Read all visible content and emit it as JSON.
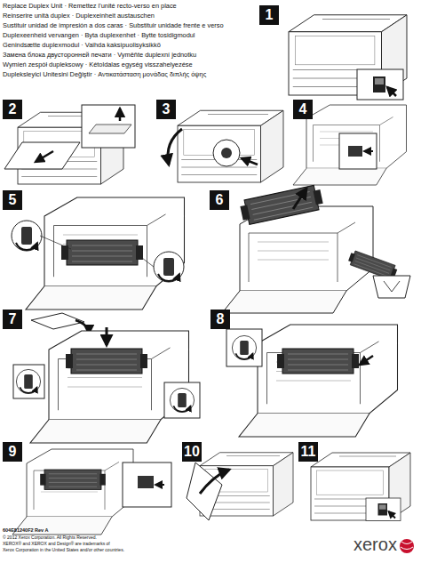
{
  "diagram": {
    "nodes": [
      {
        "text": [
          "1"
        ]
      },
      {
        "text": [
          "2"
        ]
      },
      {
        "text": [
          "3"
        ]
      },
      {
        "text": [
          "4"
        ]
      },
      {
        "text": [
          "5"
        ]
      },
      {
        "text": [
          "6"
        ]
      },
      {
        "text": [
          "7"
        ]
      },
      {
        "text": [
          "8"
        ]
      },
      {
        "text": [
          "9"
        ]
      },
      {
        "text": [
          "10"
        ]
      },
      {
        "text": [
          "11"
        ]
      }
    ],
    "labels": [
      "Replace Duplex Unit · Remettez l'unité recto-verso en place",
      "Reinserire unità duplex · Duplexeinheit austauschen",
      "Sustituir unidad de impresión a dos caras · Substituir unidade frente e verso",
      "Duplexeenheid vervangen · Byta duplexenhet · Bytte tosidigmodul",
      "Genindsætte duplexmodul · Vaihda kaksipuolisyksikkö",
      "Замена блока двусторонней печати · Vyměňte duplexní jednotku",
      "Wymień zespół dupleksowy · Kétoldalas egység visszahelyezése",
      "Dupleksleyici Unitesini Değiştir · Αντικατάσταση μονάδας διπλής όψης",
      "604E81240F2 Rev A",
      "© 2012 Xerox Corporation. All Rights Reserved.",
      "XEROX® and XEROX and Design® are trademarks of",
      "Xerox Corporation in the United States and/or other countries.",
      "xerox"
    ]
  }
}
